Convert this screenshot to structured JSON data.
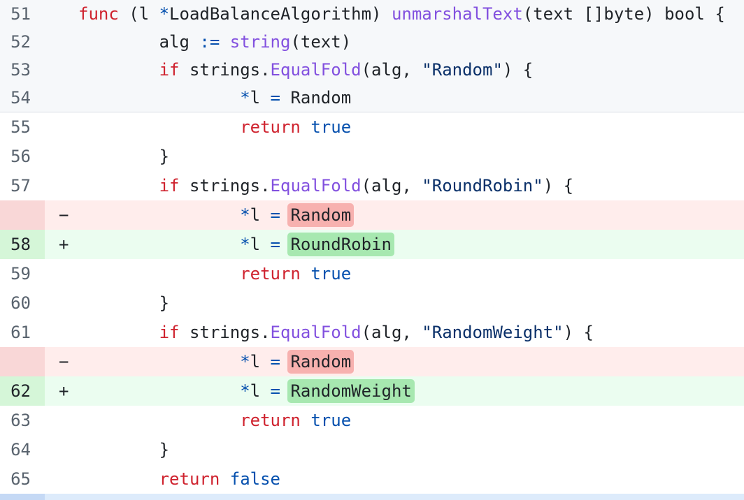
{
  "colors": {
    "plain": "#1f2328",
    "keyword": "#cf222e",
    "function": "#8250df",
    "constant": "#0550ae",
    "string": "#0a3069",
    "line_number": "#59636e",
    "line_number_changed": "#1f2328",
    "marker": "#1f2328",
    "context_section_bg": "#f6f8fa",
    "main_section_bg": "#ffffff",
    "divider": "#d8dee4",
    "del_row_bg": "#ffedec",
    "del_gutter_bg": "#f9d7d7",
    "del_word_bg": "#f7b1af",
    "add_row_bg": "#ebfdf0",
    "add_gutter_bg": "#d5f6d8",
    "add_word_bg": "#a7e8b0",
    "expand_gutter_bg": "#c5d9f5",
    "expand_row_bg": "#ddebfb"
  },
  "expanded_context_rows": [
    {
      "line_number": "51",
      "type": "context",
      "marker": "",
      "segments": [
        {
          "text": "func",
          "color": "keyword"
        },
        {
          "text": " (l ",
          "color": "plain"
        },
        {
          "text": "*",
          "color": "constant"
        },
        {
          "text": "LoadBalanceAlgorithm) ",
          "color": "plain"
        },
        {
          "text": "unmarshalText",
          "color": "function"
        },
        {
          "text": "(text []byte) bool {",
          "color": "plain"
        }
      ]
    },
    {
      "line_number": "52",
      "type": "context",
      "marker": "",
      "segments": [
        {
          "text": "        alg ",
          "color": "plain"
        },
        {
          "text": ":=",
          "color": "constant"
        },
        {
          "text": " ",
          "color": "plain"
        },
        {
          "text": "string",
          "color": "function"
        },
        {
          "text": "(text)",
          "color": "plain"
        }
      ]
    },
    {
      "line_number": "53",
      "type": "context",
      "marker": "",
      "segments": [
        {
          "text": "        ",
          "color": "plain"
        },
        {
          "text": "if",
          "color": "keyword"
        },
        {
          "text": " strings.",
          "color": "plain"
        },
        {
          "text": "EqualFold",
          "color": "function"
        },
        {
          "text": "(alg, ",
          "color": "plain"
        },
        {
          "text": "\"Random\"",
          "color": "string"
        },
        {
          "text": ") {",
          "color": "plain"
        }
      ]
    },
    {
      "line_number": "54",
      "type": "context",
      "marker": "",
      "segments": [
        {
          "text": "                ",
          "color": "plain"
        },
        {
          "text": "*",
          "color": "constant"
        },
        {
          "text": "l ",
          "color": "plain"
        },
        {
          "text": "=",
          "color": "constant"
        },
        {
          "text": " Random",
          "color": "plain"
        }
      ]
    }
  ],
  "hunk_rows": [
    {
      "line_number": "55",
      "type": "context",
      "marker": "",
      "segments": [
        {
          "text": "                ",
          "color": "plain"
        },
        {
          "text": "return",
          "color": "keyword"
        },
        {
          "text": " ",
          "color": "plain"
        },
        {
          "text": "true",
          "color": "constant"
        }
      ]
    },
    {
      "line_number": "56",
      "type": "context",
      "marker": "",
      "segments": [
        {
          "text": "        }",
          "color": "plain"
        }
      ]
    },
    {
      "line_number": "57",
      "type": "context",
      "marker": "",
      "segments": [
        {
          "text": "        ",
          "color": "plain"
        },
        {
          "text": "if",
          "color": "keyword"
        },
        {
          "text": " strings.",
          "color": "plain"
        },
        {
          "text": "EqualFold",
          "color": "function"
        },
        {
          "text": "(alg, ",
          "color": "plain"
        },
        {
          "text": "\"RoundRobin\"",
          "color": "string"
        },
        {
          "text": ") {",
          "color": "plain"
        }
      ]
    },
    {
      "line_number": "",
      "type": "del",
      "marker": "−",
      "segments": [
        {
          "text": "                ",
          "color": "plain"
        },
        {
          "text": "*",
          "color": "constant"
        },
        {
          "text": "l ",
          "color": "plain"
        },
        {
          "text": "=",
          "color": "constant"
        },
        {
          "text": " ",
          "color": "plain"
        },
        {
          "text": "Random",
          "color": "plain",
          "highlight": true
        }
      ]
    },
    {
      "line_number": "58",
      "type": "add",
      "marker": "+",
      "segments": [
        {
          "text": "                ",
          "color": "plain"
        },
        {
          "text": "*",
          "color": "constant"
        },
        {
          "text": "l ",
          "color": "plain"
        },
        {
          "text": "=",
          "color": "constant"
        },
        {
          "text": " ",
          "color": "plain"
        },
        {
          "text": "RoundRobin",
          "color": "plain",
          "highlight": true
        }
      ]
    },
    {
      "line_number": "59",
      "type": "context",
      "marker": "",
      "segments": [
        {
          "text": "                ",
          "color": "plain"
        },
        {
          "text": "return",
          "color": "keyword"
        },
        {
          "text": " ",
          "color": "plain"
        },
        {
          "text": "true",
          "color": "constant"
        }
      ]
    },
    {
      "line_number": "60",
      "type": "context",
      "marker": "",
      "segments": [
        {
          "text": "        }",
          "color": "plain"
        }
      ]
    },
    {
      "line_number": "61",
      "type": "context",
      "marker": "",
      "segments": [
        {
          "text": "        ",
          "color": "plain"
        },
        {
          "text": "if",
          "color": "keyword"
        },
        {
          "text": " strings.",
          "color": "plain"
        },
        {
          "text": "EqualFold",
          "color": "function"
        },
        {
          "text": "(alg, ",
          "color": "plain"
        },
        {
          "text": "\"RandomWeight\"",
          "color": "string"
        },
        {
          "text": ") {",
          "color": "plain"
        }
      ]
    },
    {
      "line_number": "",
      "type": "del",
      "marker": "−",
      "segments": [
        {
          "text": "                ",
          "color": "plain"
        },
        {
          "text": "*",
          "color": "constant"
        },
        {
          "text": "l ",
          "color": "plain"
        },
        {
          "text": "=",
          "color": "constant"
        },
        {
          "text": " ",
          "color": "plain"
        },
        {
          "text": "Random",
          "color": "plain",
          "highlight": true
        }
      ]
    },
    {
      "line_number": "62",
      "type": "add",
      "marker": "+",
      "segments": [
        {
          "text": "                ",
          "color": "plain"
        },
        {
          "text": "*",
          "color": "constant"
        },
        {
          "text": "l ",
          "color": "plain"
        },
        {
          "text": "=",
          "color": "constant"
        },
        {
          "text": " ",
          "color": "plain"
        },
        {
          "text": "RandomWeight",
          "color": "plain",
          "highlight": true
        }
      ]
    },
    {
      "line_number": "63",
      "type": "context",
      "marker": "",
      "segments": [
        {
          "text": "                ",
          "color": "plain"
        },
        {
          "text": "return",
          "color": "keyword"
        },
        {
          "text": " ",
          "color": "plain"
        },
        {
          "text": "true",
          "color": "constant"
        }
      ]
    },
    {
      "line_number": "64",
      "type": "context",
      "marker": "",
      "segments": [
        {
          "text": "        }",
          "color": "plain"
        }
      ]
    },
    {
      "line_number": "65",
      "type": "context",
      "marker": "",
      "segments": [
        {
          "text": "        ",
          "color": "plain"
        },
        {
          "text": "return",
          "color": "keyword"
        },
        {
          "text": " ",
          "color": "plain"
        },
        {
          "text": "false",
          "color": "constant"
        }
      ]
    }
  ]
}
